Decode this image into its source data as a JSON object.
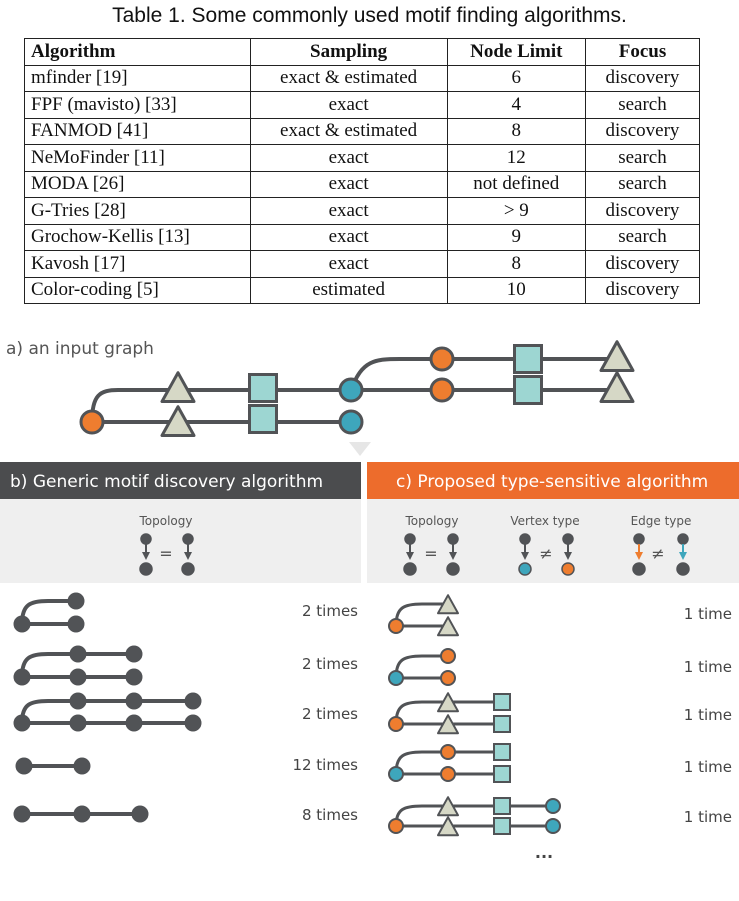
{
  "table": {
    "caption": "Table 1. Some commonly used motif finding algorithms.",
    "headers": [
      "Algorithm",
      "Sampling",
      "Node Limit",
      "Focus"
    ],
    "rows": [
      [
        "mfinder [19]",
        "exact & estimated",
        "6",
        "discovery"
      ],
      [
        "FPF (mavisto) [33]",
        "exact",
        "4",
        "search"
      ],
      [
        "FANMOD [41]",
        "exact & estimated",
        "8",
        "discovery"
      ],
      [
        "NeMoFinder [11]",
        "exact",
        "12",
        "search"
      ],
      [
        "MODA [26]",
        "exact",
        "not defined",
        "search"
      ],
      [
        "G-Tries [28]",
        "exact",
        "> 9",
        "discovery"
      ],
      [
        "Grochow-Kellis [13]",
        "exact",
        "9",
        "search"
      ],
      [
        "Kavosh [17]",
        "exact",
        "8",
        "discovery"
      ],
      [
        "Color-coding [5]",
        "estimated",
        "10",
        "discovery"
      ]
    ]
  },
  "figure": {
    "panel_a_label": "a) an input graph",
    "panel_b_title": "b) Generic motif discovery algorithm",
    "panel_c_title": "c) Proposed type-sensitive algorithm",
    "topology_label": "Topology",
    "vertex_type_label": "Vertex type",
    "edge_type_label": "Edge type",
    "equals_sign": "=",
    "not_equals_sign": "≠",
    "generic_counts": [
      "2 times",
      "2 times",
      "2 times",
      "12 times",
      "8 times"
    ],
    "typed_counts": [
      "1 time",
      "1 time",
      "1 time",
      "1 time",
      "1 time"
    ],
    "ellipsis": "...",
    "colors": {
      "orange": "#ee7d2f",
      "blue": "#3ea6bc",
      "dark": "#515356",
      "triangle": "#d6d8c6",
      "square": "#9dd6d2",
      "grey_panel": "#efefef",
      "dark_header": "#4b4c4e",
      "orange_header": "#ed6c2c"
    }
  }
}
